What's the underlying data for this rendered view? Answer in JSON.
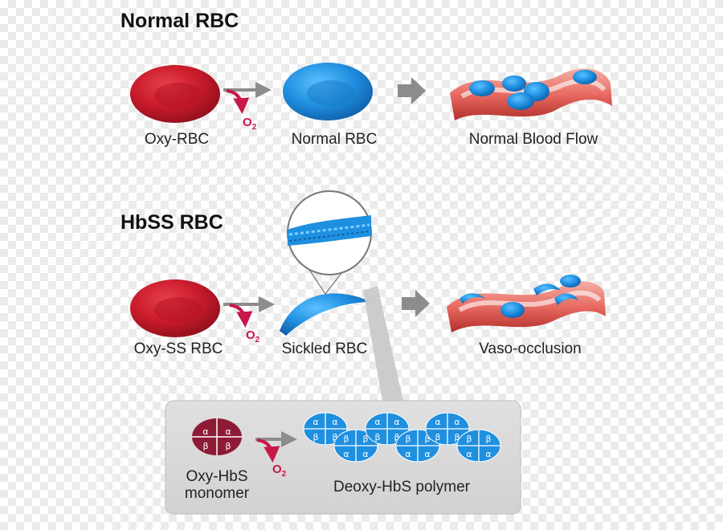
{
  "sections": {
    "normal": {
      "title": "Normal RBC",
      "steps": [
        "Oxy-RBC",
        "Normal RBC",
        "Normal Blood Flow"
      ],
      "gas": "O",
      "gas_sub": "2"
    },
    "hbss": {
      "title": "HbSS RBC",
      "steps": [
        "Oxy-SS RBC",
        "Sickled RBC",
        "Vaso-occlusion"
      ],
      "gas": "O",
      "gas_sub": "2"
    }
  },
  "inset": {
    "monomer_label_line1": "Oxy-HbS",
    "monomer_label_line2": "monomer",
    "polymer_label": "Deoxy-HbS polymer",
    "gas": "O",
    "gas_sub": "2",
    "greek": {
      "alpha": "α",
      "beta": "β"
    }
  },
  "colors": {
    "oxy_red": "#c81a2a",
    "deoxy_blue": "#1f8fe0",
    "arrow_gray": "#8c8c8c",
    "o2_magenta": "#c8174a",
    "monomer_maroon": "#8e1b35",
    "inset_panel": "#d9d9d9"
  }
}
